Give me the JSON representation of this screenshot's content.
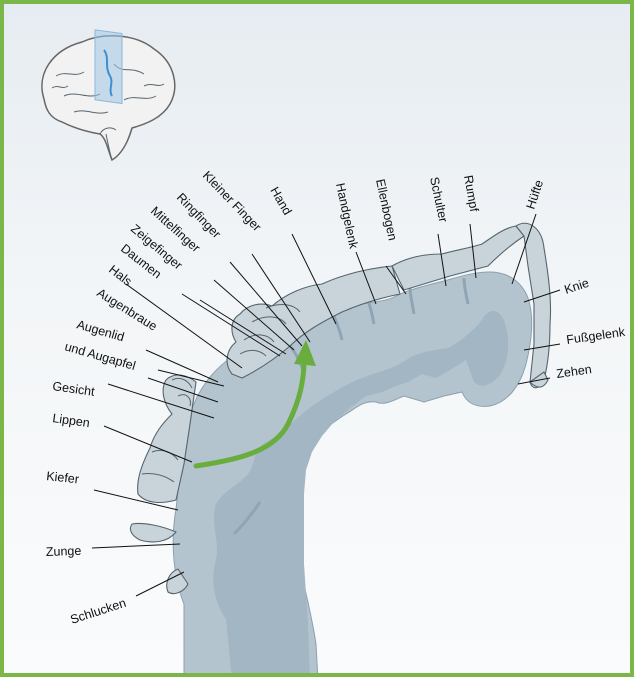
{
  "colors": {
    "border": "#7ab648",
    "arrow": "#6aad3f",
    "cortex": "#b4c4cf",
    "homunculus": "#c9d3da",
    "text": "#111111"
  },
  "labels": {
    "kleiner_finger": "Kleiner Finger",
    "hand": "Hand",
    "handgelenk": "Handgelenk",
    "ellenbogen": "Ellenbogen",
    "schulter": "Schulter",
    "rumpf": "Rumpf",
    "huefte": "Hüfte",
    "knie": "Knie",
    "fussgelenk": "Fußgelenk",
    "zehen": "Zehen",
    "ringfinger": "Ringfinger",
    "mittelfinger": "Mittelfinger",
    "zeigefinger": "Zeigefinger",
    "daumen": "Daumen",
    "hals": "Hals",
    "augenbraue": "Augenbraue",
    "augenlid_line1": "Augenlid",
    "augenlid_line2": "und Augapfel",
    "gesicht": "Gesicht",
    "lippen": "Lippen",
    "kiefer": "Kiefer",
    "zunge": "Zunge",
    "schlucken": "Schlucken"
  },
  "icons": {
    "brain": "brain-overview-icon",
    "arrow": "green-curved-arrow"
  }
}
